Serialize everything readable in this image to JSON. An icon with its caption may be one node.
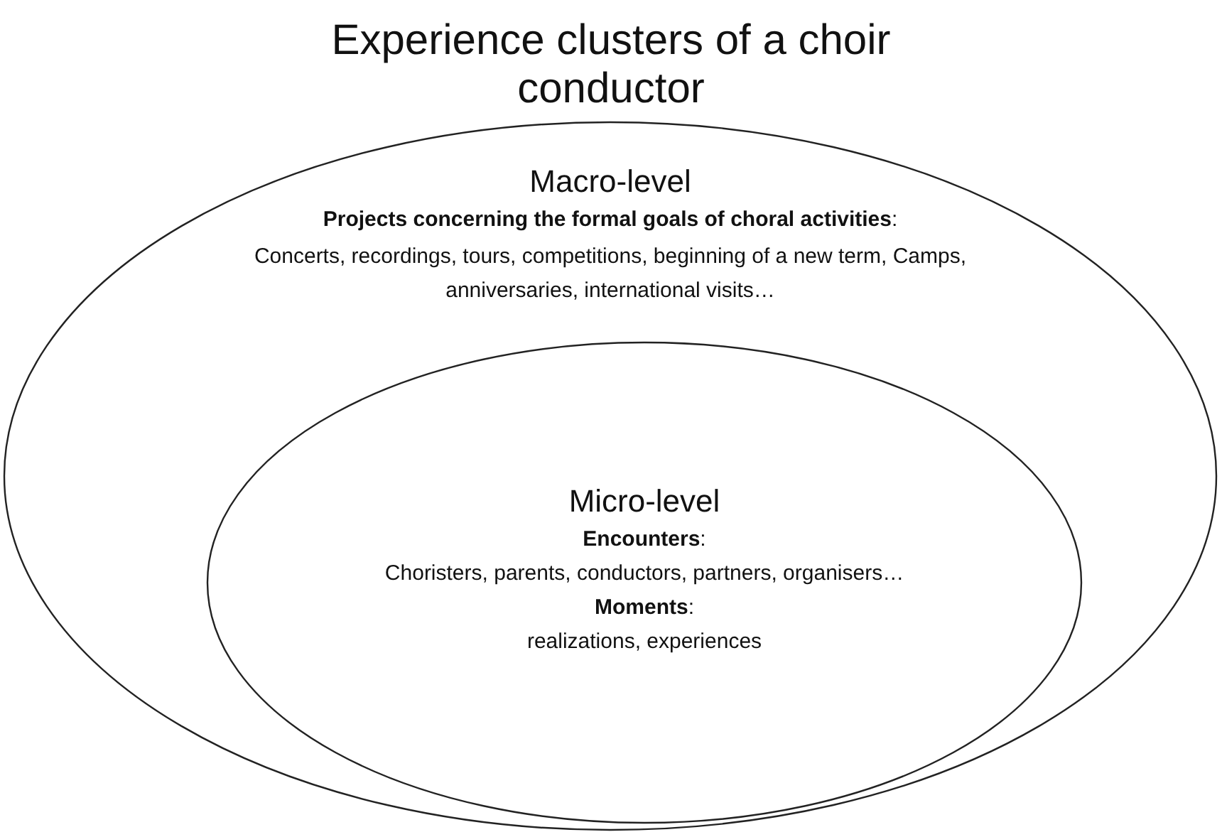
{
  "diagram": {
    "title": "Experience clusters of a choir conductor",
    "nodes": [
      {
        "text": [
          "Macro-level",
          "**Projects concerning the formal goals of choral activities**:",
          "Concerts, recordings, tours, competitions, beginning of a new term, Camps, anniversaries, international visits…"
        ]
      },
      {
        "text": [
          "Micro-level",
          "**Encounters**:",
          "Choristers, parents, conductors, partners, organisers…",
          "**Moments**:",
          "realizations, experiences"
        ],
        "in": 0
      }
    ]
  }
}
